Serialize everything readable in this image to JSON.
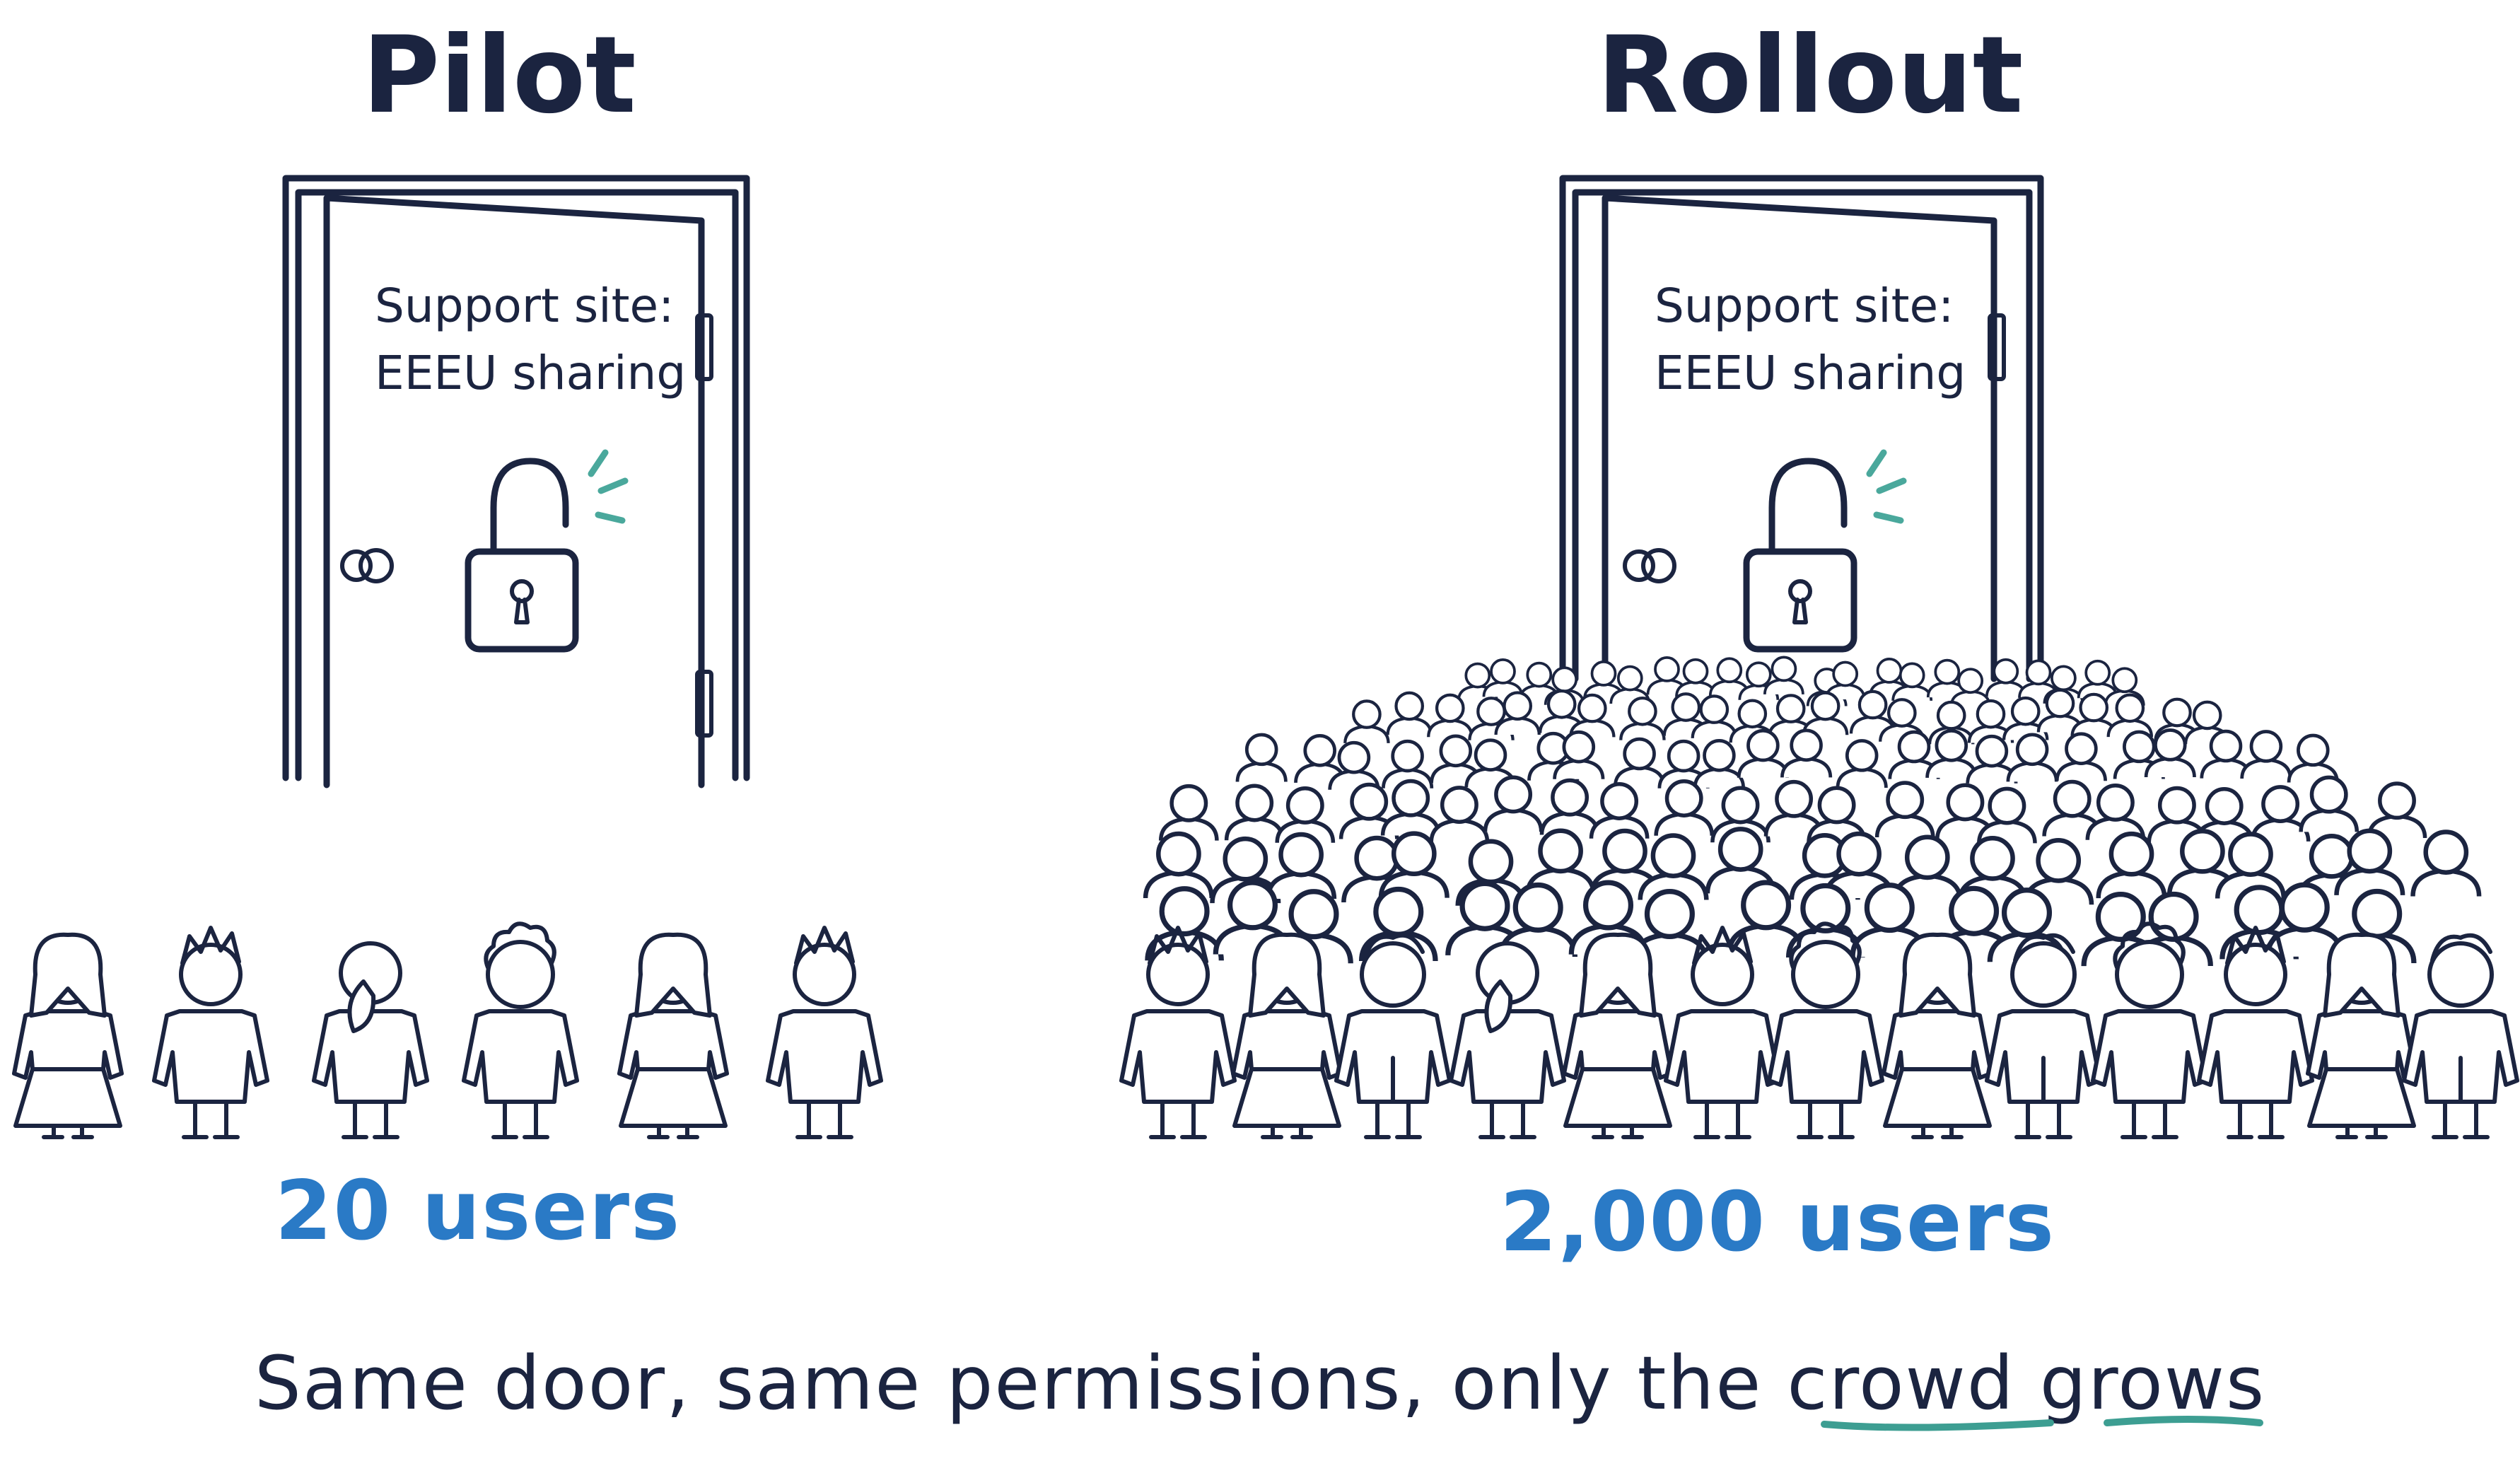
{
  "colors": {
    "ink": "#1b2440",
    "accent_blue": "#2a7ac6",
    "accent_teal": "#4aa89c",
    "background": "#ffffff"
  },
  "panels": [
    {
      "title": "Pilot",
      "door_sign_line1": "Support site:",
      "door_sign_line2": "EEEU sharing",
      "icon": "unlocked-padlock-icon",
      "user_count": "20 users"
    },
    {
      "title": "Rollout",
      "door_sign_line1": "Support site:",
      "door_sign_line2": "EEEU sharing",
      "icon": "unlocked-padlock-icon",
      "user_count": "2,000 users"
    }
  ],
  "caption": {
    "plain": "Same door, same permissions, only the ",
    "emphasis_1": "crowd",
    "emphasis_2": "grows"
  }
}
